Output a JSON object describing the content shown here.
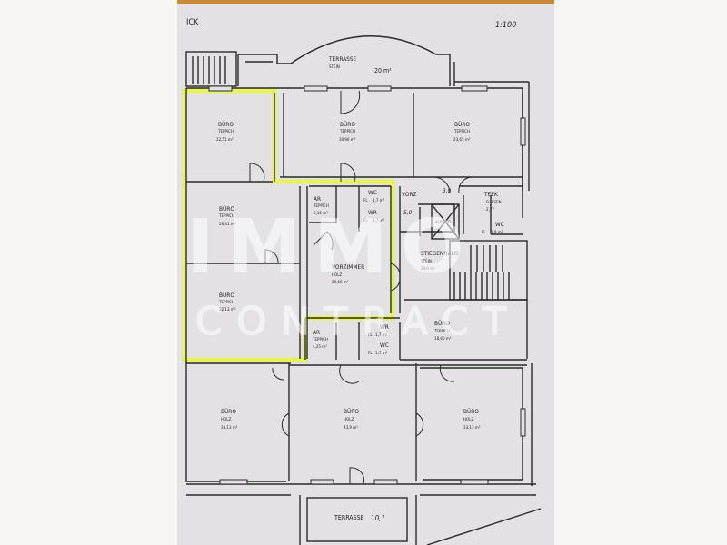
{
  "header": {
    "corner_text": "ICK",
    "scale": "1:100"
  },
  "rooms": [
    {
      "name": "TERRASSE",
      "floor": "STEIN",
      "area": "20 m²"
    },
    {
      "name": "BÜRO",
      "floor": "TEPPICH",
      "area": "22,51 m²"
    },
    {
      "name": "BÜRO",
      "floor": "TEPPICH",
      "area": "30,96 m²"
    },
    {
      "name": "BÜRO",
      "floor": "TEPPICH",
      "area": "23,65 m²"
    },
    {
      "name": "BÜRO",
      "floor": "TEPPICH",
      "area": "26,41 m²"
    },
    {
      "name": "AR",
      "floor": "TEPPICH",
      "area": "3,16 m²"
    },
    {
      "name": "WC",
      "floor": "FL",
      "area": "1,7 m²"
    },
    {
      "name": "WR",
      "floor": "FL",
      "area": "1,7 m²"
    },
    {
      "name": "VORZ",
      "floor": "",
      "area": "3,0"
    },
    {
      "name": "TEEK",
      "floor": "FLIESEN",
      "area": "2,77"
    },
    {
      "name": "WC",
      "floor": "FL",
      "area": "1,9 m²"
    },
    {
      "name": "AUFZUG",
      "floor": "",
      "area": ""
    },
    {
      "name": "VORZIMMER",
      "floor": "HOLZ",
      "area": "29,66 m²"
    },
    {
      "name": "STIEGENHAUS",
      "floor": "STEIN",
      "area": "23,6 m²"
    },
    {
      "name": "BÜRO",
      "floor": "TEPPICH",
      "area": "32,13 m²"
    },
    {
      "name": "AR",
      "floor": "TEPPICH",
      "area": "4,25 m²"
    },
    {
      "name": "WR",
      "floor": "FL",
      "area": "1,7 m²"
    },
    {
      "name": "WC",
      "floor": "FL",
      "area": "1,7 m²"
    },
    {
      "name": "BÜRO",
      "floor": "TEPPICH",
      "area": "18,60 m²"
    },
    {
      "name": "BÜRO",
      "floor": "HOLZ",
      "area": "33,13 m²"
    },
    {
      "name": "BÜRO",
      "floor": "HOLZ",
      "area": "43,9 m²"
    },
    {
      "name": "BÜRO",
      "floor": "HOLZ",
      "area": "33,13 m²"
    },
    {
      "name": "TERRASSE",
      "floor": "",
      "area": "10,1"
    }
  ],
  "notes": {
    "vorz_extra": "5,0"
  },
  "watermark": {
    "line1": "IMMO",
    "line2": "CONTRACT"
  },
  "colors": {
    "highlight": "#e6f25a",
    "paper": "#e4e1e5",
    "wall": "#2a2a2a",
    "edge": "#c98a3a"
  }
}
